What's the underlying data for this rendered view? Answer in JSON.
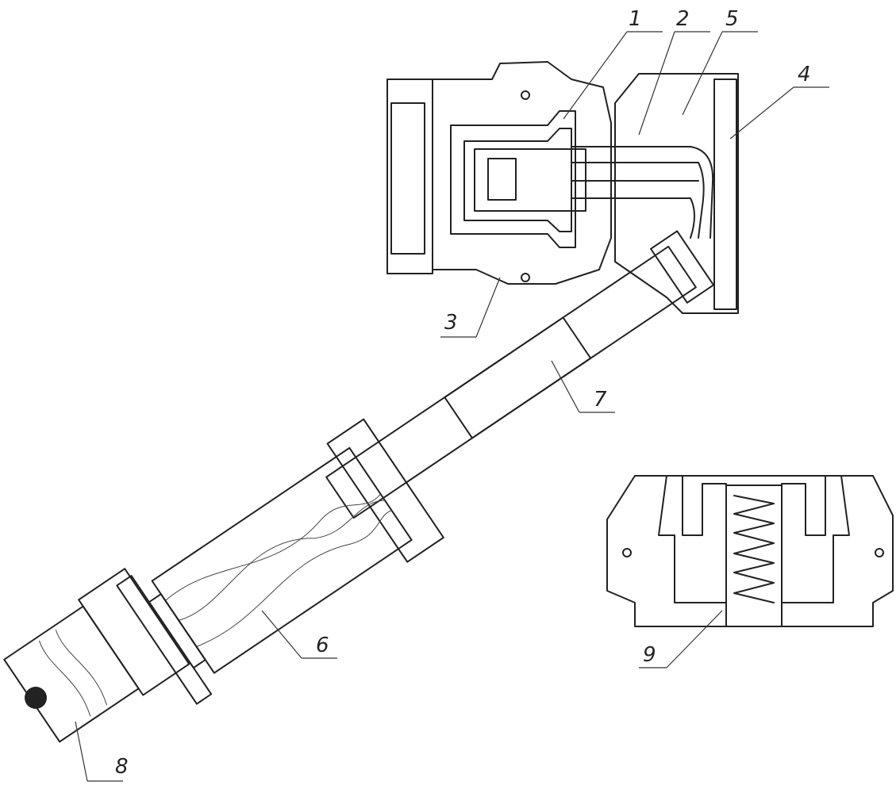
{
  "callouts": {
    "c1": "1",
    "c2": "2",
    "c3": "3",
    "c4": "4",
    "c5": "5",
    "c6": "6",
    "c7": "7",
    "c8": "8",
    "c9": "9"
  },
  "colors": {
    "ink": "#222222",
    "paper": "#ffffff"
  }
}
